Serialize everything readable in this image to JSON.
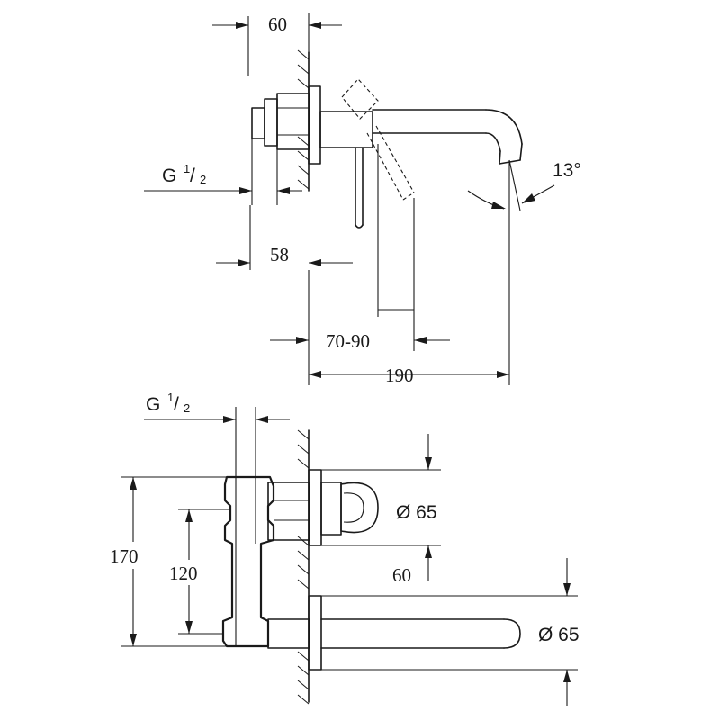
{
  "top_view": {
    "dim_wall_depth": "60",
    "thread_G": "G",
    "thread_num": "1",
    "thread_den": "2",
    "dim_handle_offset": "58",
    "dim_adjust_range": "70-90",
    "dim_spout_reach": "190",
    "angle_label": "13°"
  },
  "front_view": {
    "thread_G": "G",
    "thread_num": "1",
    "thread_den": "2",
    "dim_total_height": "170",
    "dim_center_distance": "120",
    "rosette_diameter_upper": "Ø 65",
    "dim_spacing": "60",
    "rosette_diameter_lower": "Ø 65"
  }
}
